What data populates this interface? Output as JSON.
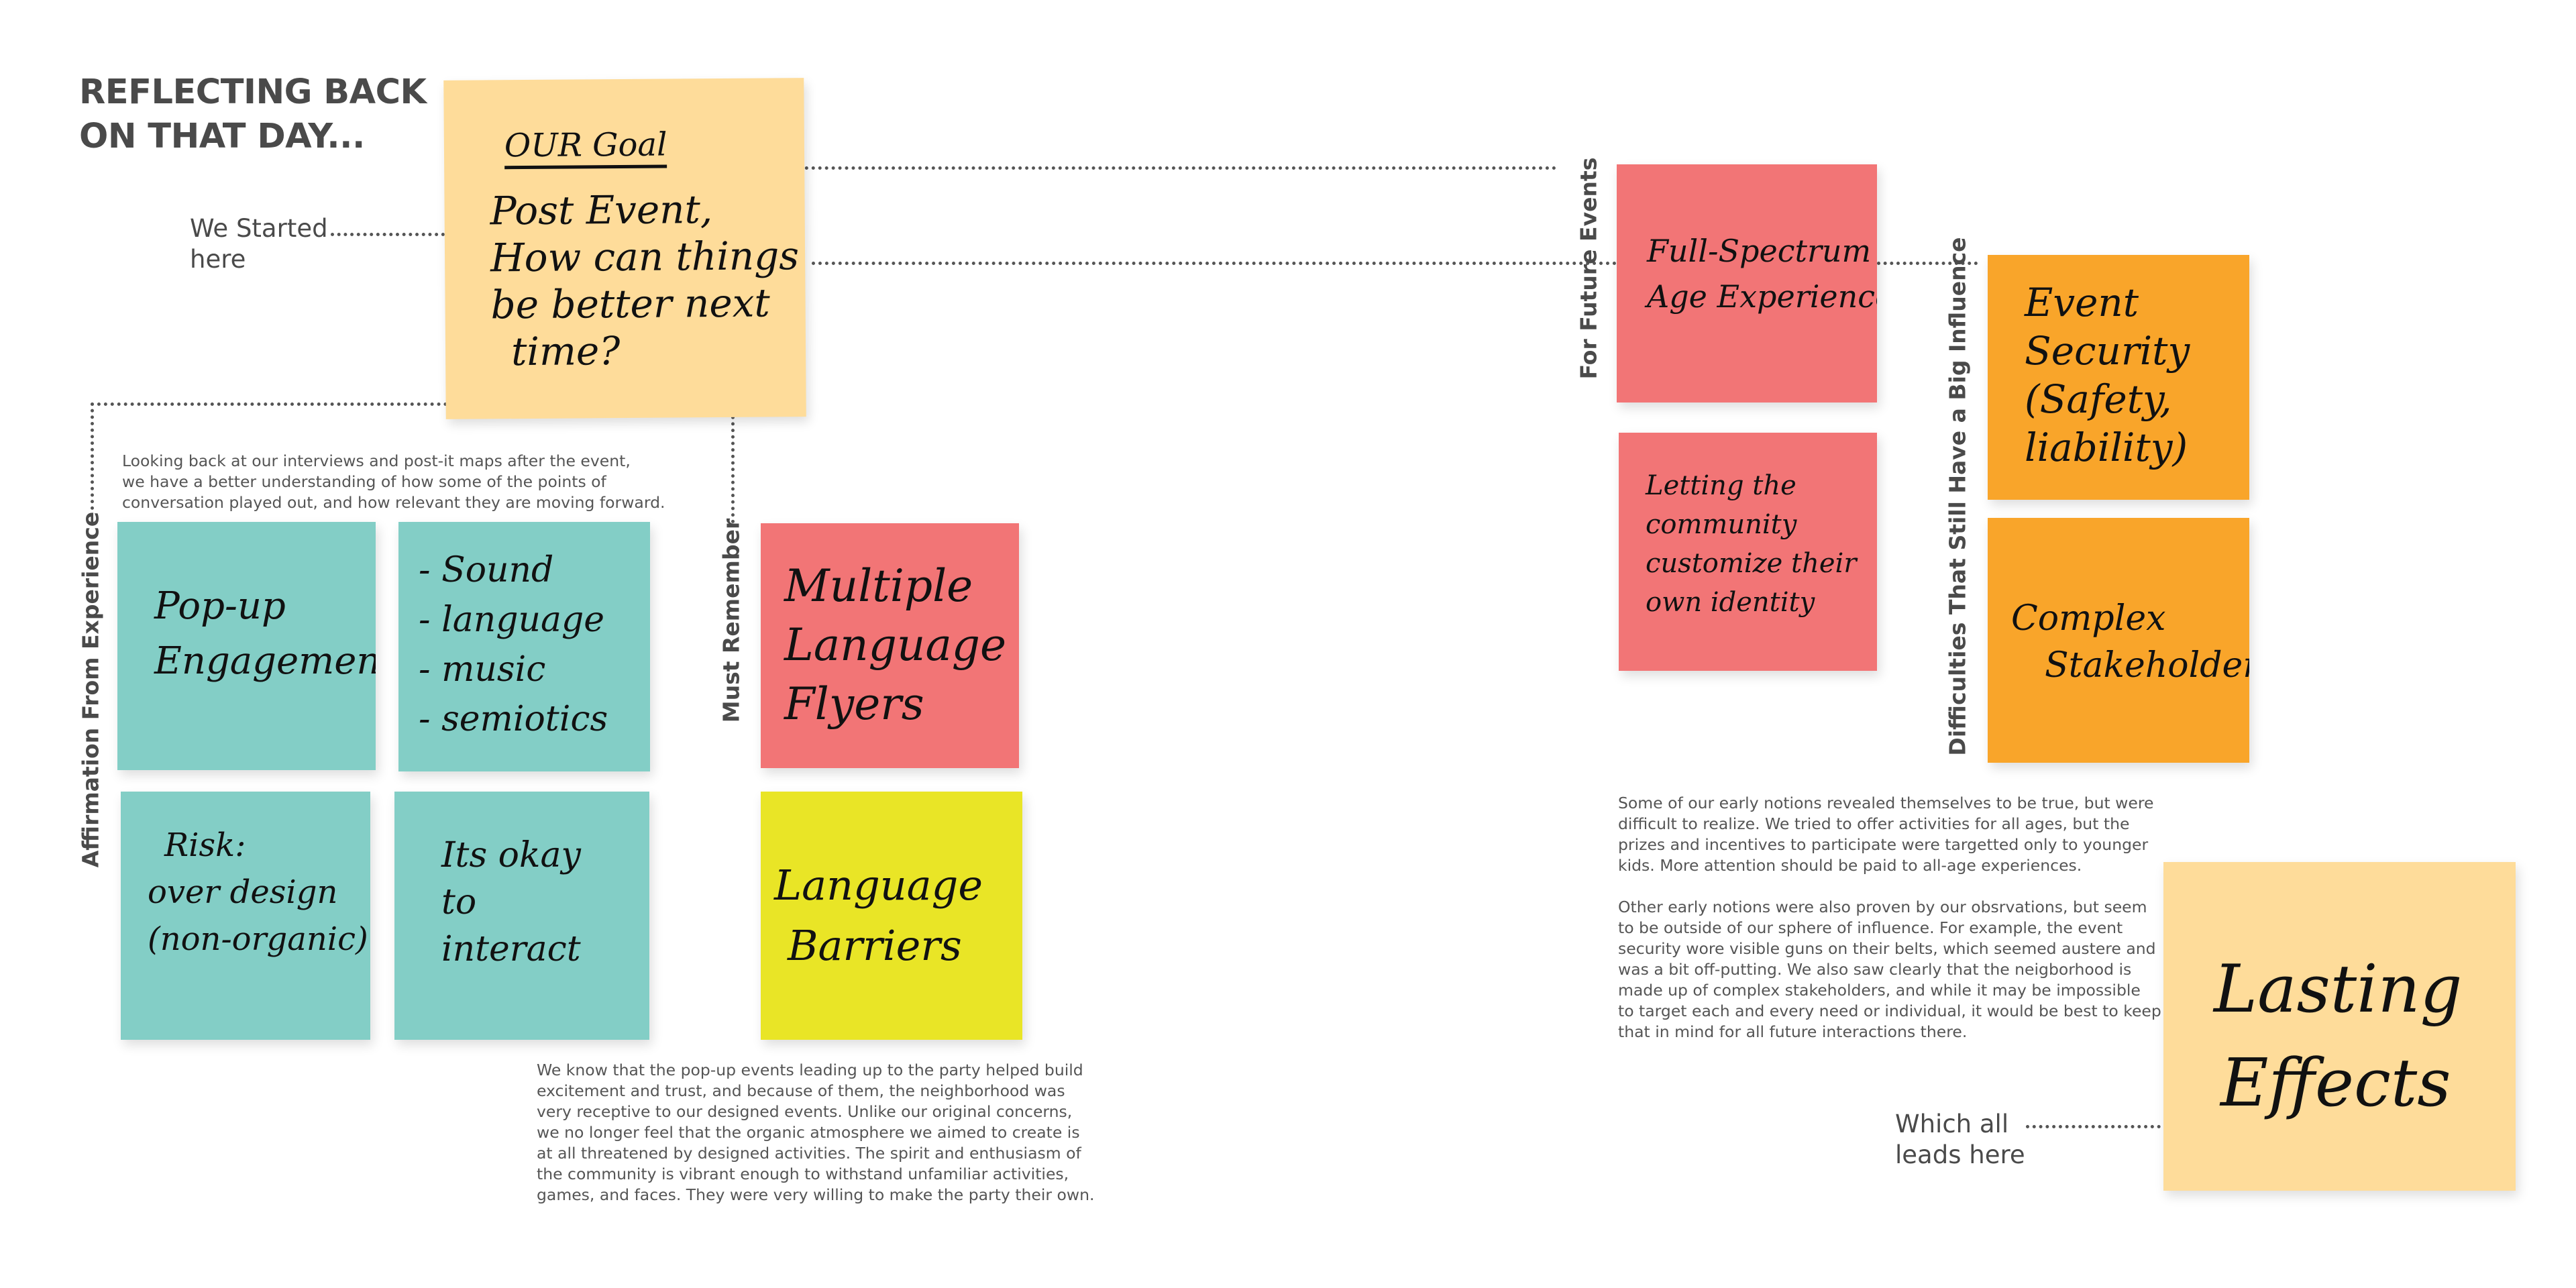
{
  "title": {
    "line1": "REFLECTING BACK",
    "line2": "ON THAT DAY..."
  },
  "labels": {
    "start": {
      "line1": "We Started",
      "line2": "here"
    },
    "end": {
      "line1": "Which all",
      "line2": "leads here"
    }
  },
  "section_labels": {
    "affirmation": "Affirmation From Experience",
    "must_remember": "Must Remember",
    "future_events": "For Future Events",
    "difficulties": "Difficulties That Still Have a Big  Influence"
  },
  "paragraphs": {
    "intro": [
      "Looking back at our interviews and post-it maps after the event,",
      "we have a better understanding of how some of the points of",
      "conversation played out, and how relevant they are moving forward."
    ],
    "popup": [
      "We know that the pop-up events leading up to the party helped build",
      "excitement and trust, and because of them, the neighborhood was",
      "very receptive to our designed events. Unlike our original concerns,",
      "we no longer feel that the organic atmosphere we aimed to create is",
      "at all threatened by designed activities. The spirit and enthusiasm of",
      "the community is vibrant enough to withstand unfamiliar activities,",
      "games, and faces. They were very willing to make the party their own."
    ],
    "notions1": [
      "Some of our early notions revealed themselves to be true, but were",
      "difficult to realize. We tried to offer activities for all ages, but the",
      "prizes and incentives to participate were targetted only to younger",
      "kids. More attention should be paid to all-age experiences."
    ],
    "notions2": [
      "Other early notions were also proven by our obsrvations, but seem",
      "to be outside of our sphere of influence. For example, the event",
      "security wore visible guns on their belts, which seemed austere and",
      "was a bit off-putting. We also saw clearly that  the neigborhood is",
      "made up of complex stakeholders, and while it may be impossible",
      "to target each and every need or individual, it would be best to keep",
      "that in mind for all future interactions there."
    ]
  },
  "notes": {
    "goal": {
      "heading": "OUR Goal",
      "lines": [
        "Post Event,",
        "How can things",
        "be better next",
        "time?"
      ]
    },
    "popup_engagement": {
      "lines": [
        "Pop-up",
        "Engagement"
      ]
    },
    "sound_list": {
      "lines": [
        "- Sound",
        "- language",
        "- music",
        "- semiotics"
      ]
    },
    "risk": {
      "lines": [
        "Risk:",
        "over design",
        "(non-organic)"
      ]
    },
    "okay": {
      "lines": [
        "Its okay",
        "to",
        "interact"
      ]
    },
    "flyers": {
      "lines": [
        "Multiple",
        "Language",
        "Flyers"
      ]
    },
    "barriers": {
      "lines": [
        "Language",
        "Barriers"
      ]
    },
    "full_spectrum": {
      "lines": [
        "Full-Spectrum",
        "Age Experience"
      ]
    },
    "community": {
      "lines": [
        "Letting the",
        "community",
        "customize their",
        "own identity"
      ]
    },
    "security": {
      "lines": [
        "Event",
        "Security",
        "(Safety,",
        " liability)"
      ]
    },
    "stakeholders": {
      "lines": [
        "Complex",
        "Stakeholders"
      ]
    },
    "lasting": {
      "lines": [
        "Lasting",
        "Effects"
      ]
    }
  },
  "colors": {
    "teal": "#83cec6",
    "red": "#f27576",
    "yellow": "#e9e526",
    "orange": "#f9a52a",
    "peach": "#fedc9a"
  }
}
